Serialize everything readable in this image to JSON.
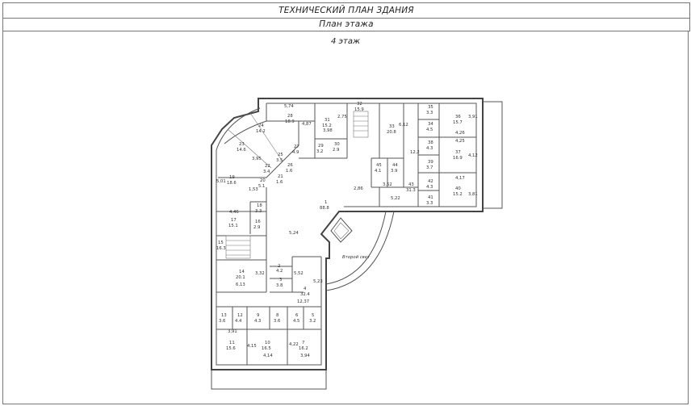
{
  "header": {
    "title": "ТЕХНИЧЕСКИЙ ПЛАН ЗДАНИЯ",
    "subtitle": "План этажа",
    "floor": "4 этаж"
  },
  "labels": {
    "dim_12_37": "12,37",
    "second_light": "Второй свет",
    "dim_2_86": "2,86",
    "dim_3_52": "3,52",
    "dim_5_22": "5,22",
    "dim_5_24": "5,24",
    "dim_5_74": "5,74",
    "dim_2_75": "2,75",
    "dim_12_2": "12,2",
    "dim_1_53": "1,53"
  },
  "rooms": [
    {
      "n": "1",
      "a": "88.8"
    },
    {
      "n": "2",
      "a": "4.2"
    },
    {
      "n": "3",
      "a": "3.8"
    },
    {
      "n": "4",
      "a": "32.4"
    },
    {
      "n": "5",
      "a": "3.2"
    },
    {
      "n": "6",
      "a": "4.5"
    },
    {
      "n": "7",
      "a": "16.2"
    },
    {
      "n": "8",
      "a": "3.6"
    },
    {
      "n": "9",
      "a": "4.3"
    },
    {
      "n": "10",
      "a": "16.5"
    },
    {
      "n": "11",
      "a": "15.6"
    },
    {
      "n": "12",
      "a": "4.4"
    },
    {
      "n": "13",
      "a": "3.6"
    },
    {
      "n": "14",
      "a": "20.1"
    },
    {
      "n": "15",
      "a": "16.3"
    },
    {
      "n": "16",
      "a": "2.9"
    },
    {
      "n": "17",
      "a": "15.1"
    },
    {
      "n": "18",
      "a": "3.3"
    },
    {
      "n": "19",
      "a": "18.6"
    },
    {
      "n": "20",
      "a": "5.1"
    },
    {
      "n": "21",
      "a": "1.6"
    },
    {
      "n": "22",
      "a": "3.4"
    },
    {
      "n": "23",
      "a": "14.6"
    },
    {
      "n": "24",
      "a": "14.2"
    },
    {
      "n": "25",
      "a": "3.5"
    },
    {
      "n": "26",
      "a": "1.6"
    },
    {
      "n": "27",
      "a": "4.9"
    },
    {
      "n": "28",
      "a": "18.9"
    },
    {
      "n": "29",
      "a": "3.2"
    },
    {
      "n": "30",
      "a": "2.9"
    },
    {
      "n": "31",
      "a": "15.2"
    },
    {
      "n": "32",
      "a": "15.9"
    },
    {
      "n": "33",
      "a": "20.8"
    },
    {
      "n": "34",
      "a": "4.5"
    },
    {
      "n": "35",
      "a": "3.3"
    },
    {
      "n": "36",
      "a": "15.7"
    },
    {
      "n": "37",
      "a": "16.9"
    },
    {
      "n": "38",
      "a": "4.3"
    },
    {
      "n": "39",
      "a": "3.7"
    },
    {
      "n": "40",
      "a": "15.2"
    },
    {
      "n": "41",
      "a": "3.3"
    },
    {
      "n": "42",
      "a": "4.3"
    },
    {
      "n": "43",
      "a": "31.3"
    },
    {
      "n": "44",
      "a": "3.9"
    },
    {
      "n": "45",
      "a": "4.1"
    }
  ],
  "dims": [
    "4,46",
    "6,13",
    "3,32",
    "3,91",
    "4,15",
    "4,14",
    "4,22",
    "3,94",
    "3,98",
    "4,87",
    "3,91",
    "4,26",
    "4,25",
    "4,12",
    "4,17",
    "3,81",
    "5,01",
    "3,95",
    "5,23",
    "5,52",
    "6,12"
  ]
}
